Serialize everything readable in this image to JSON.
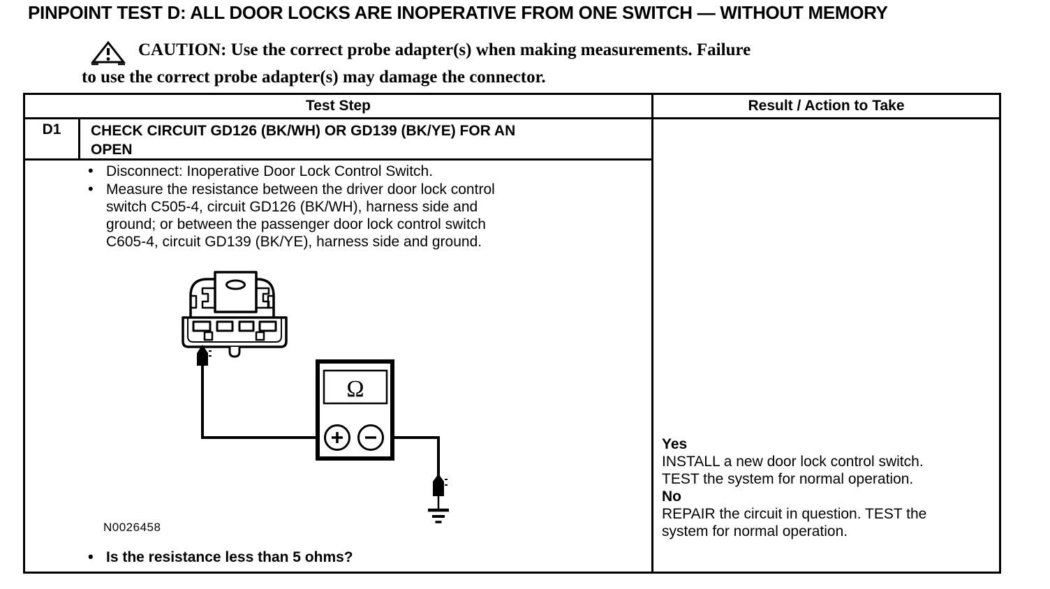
{
  "page": {
    "title": "PINPOINT TEST D: ALL DOOR LOCKS ARE INOPERATIVE FROM ONE SWITCH — WITHOUT MEMORY"
  },
  "caution": {
    "line1": "CAUTION: Use the correct probe adapter(s) when making measurements. Failure",
    "line2": "to use the correct probe adapter(s) may damage the connector."
  },
  "table": {
    "header": {
      "test_step": "Test Step",
      "result_action": "Result / Action to Take"
    },
    "step": {
      "id": "D1",
      "title": "CHECK CIRCUIT GD126 (BK/WH) OR GD139 (BK/YE) FOR AN\nOPEN",
      "bullets": [
        "Disconnect: Inoperative Door Lock Control Switch.",
        "Measure the resistance between the driver door lock control\nswitch C505-4, circuit GD126 (BK/WH), harness side and\nground; or between the passenger door lock control switch\nC605-4, circuit GD139 (BK/YE), harness side and ground."
      ],
      "figure_label": "N0026458",
      "question": "Is the resistance less than 5 ohms?"
    },
    "results": [
      {
        "answer": "Yes",
        "action": "INSTALL a new door lock control switch.\nTEST the system for normal operation."
      },
      {
        "answer": "No",
        "action": "REPAIR the circuit in question. TEST the\nsystem for normal operation."
      }
    ]
  },
  "figure": {
    "ohm_symbol": "Ω"
  },
  "icons": {
    "caution": "warning-triangle-icon",
    "meter_positive": "plus-icon",
    "meter_negative": "minus-icon",
    "ground": "ground-symbol-icon"
  },
  "colors": {
    "ink": "#000000",
    "paper": "#ffffff"
  }
}
